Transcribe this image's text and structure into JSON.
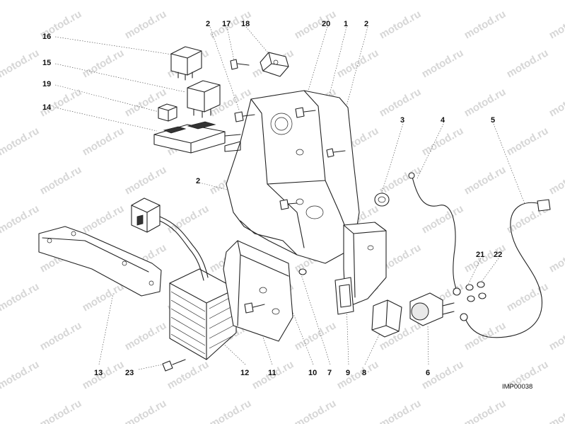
{
  "watermark": "motod.ru",
  "image_code": "IMP00038",
  "callouts": [
    {
      "id": "c16",
      "label": "16"
    },
    {
      "id": "c15",
      "label": "15"
    },
    {
      "id": "c19",
      "label": "19"
    },
    {
      "id": "c14",
      "label": "14"
    },
    {
      "id": "c2a",
      "label": "2"
    },
    {
      "id": "c17",
      "label": "17"
    },
    {
      "id": "c18",
      "label": "18"
    },
    {
      "id": "c20",
      "label": "20"
    },
    {
      "id": "c1",
      "label": "1"
    },
    {
      "id": "c2b",
      "label": "2"
    },
    {
      "id": "c3",
      "label": "3"
    },
    {
      "id": "c4",
      "label": "4"
    },
    {
      "id": "c5",
      "label": "5"
    },
    {
      "id": "c2c",
      "label": "2"
    },
    {
      "id": "c21",
      "label": "21"
    },
    {
      "id": "c22",
      "label": "22"
    },
    {
      "id": "c13",
      "label": "13"
    },
    {
      "id": "c23",
      "label": "23"
    },
    {
      "id": "c12",
      "label": "12"
    },
    {
      "id": "c11",
      "label": "11"
    },
    {
      "id": "c10",
      "label": "10"
    },
    {
      "id": "c7",
      "label": "7"
    },
    {
      "id": "c9",
      "label": "9"
    },
    {
      "id": "c8",
      "label": "8"
    },
    {
      "id": "c6",
      "label": "6"
    }
  ]
}
